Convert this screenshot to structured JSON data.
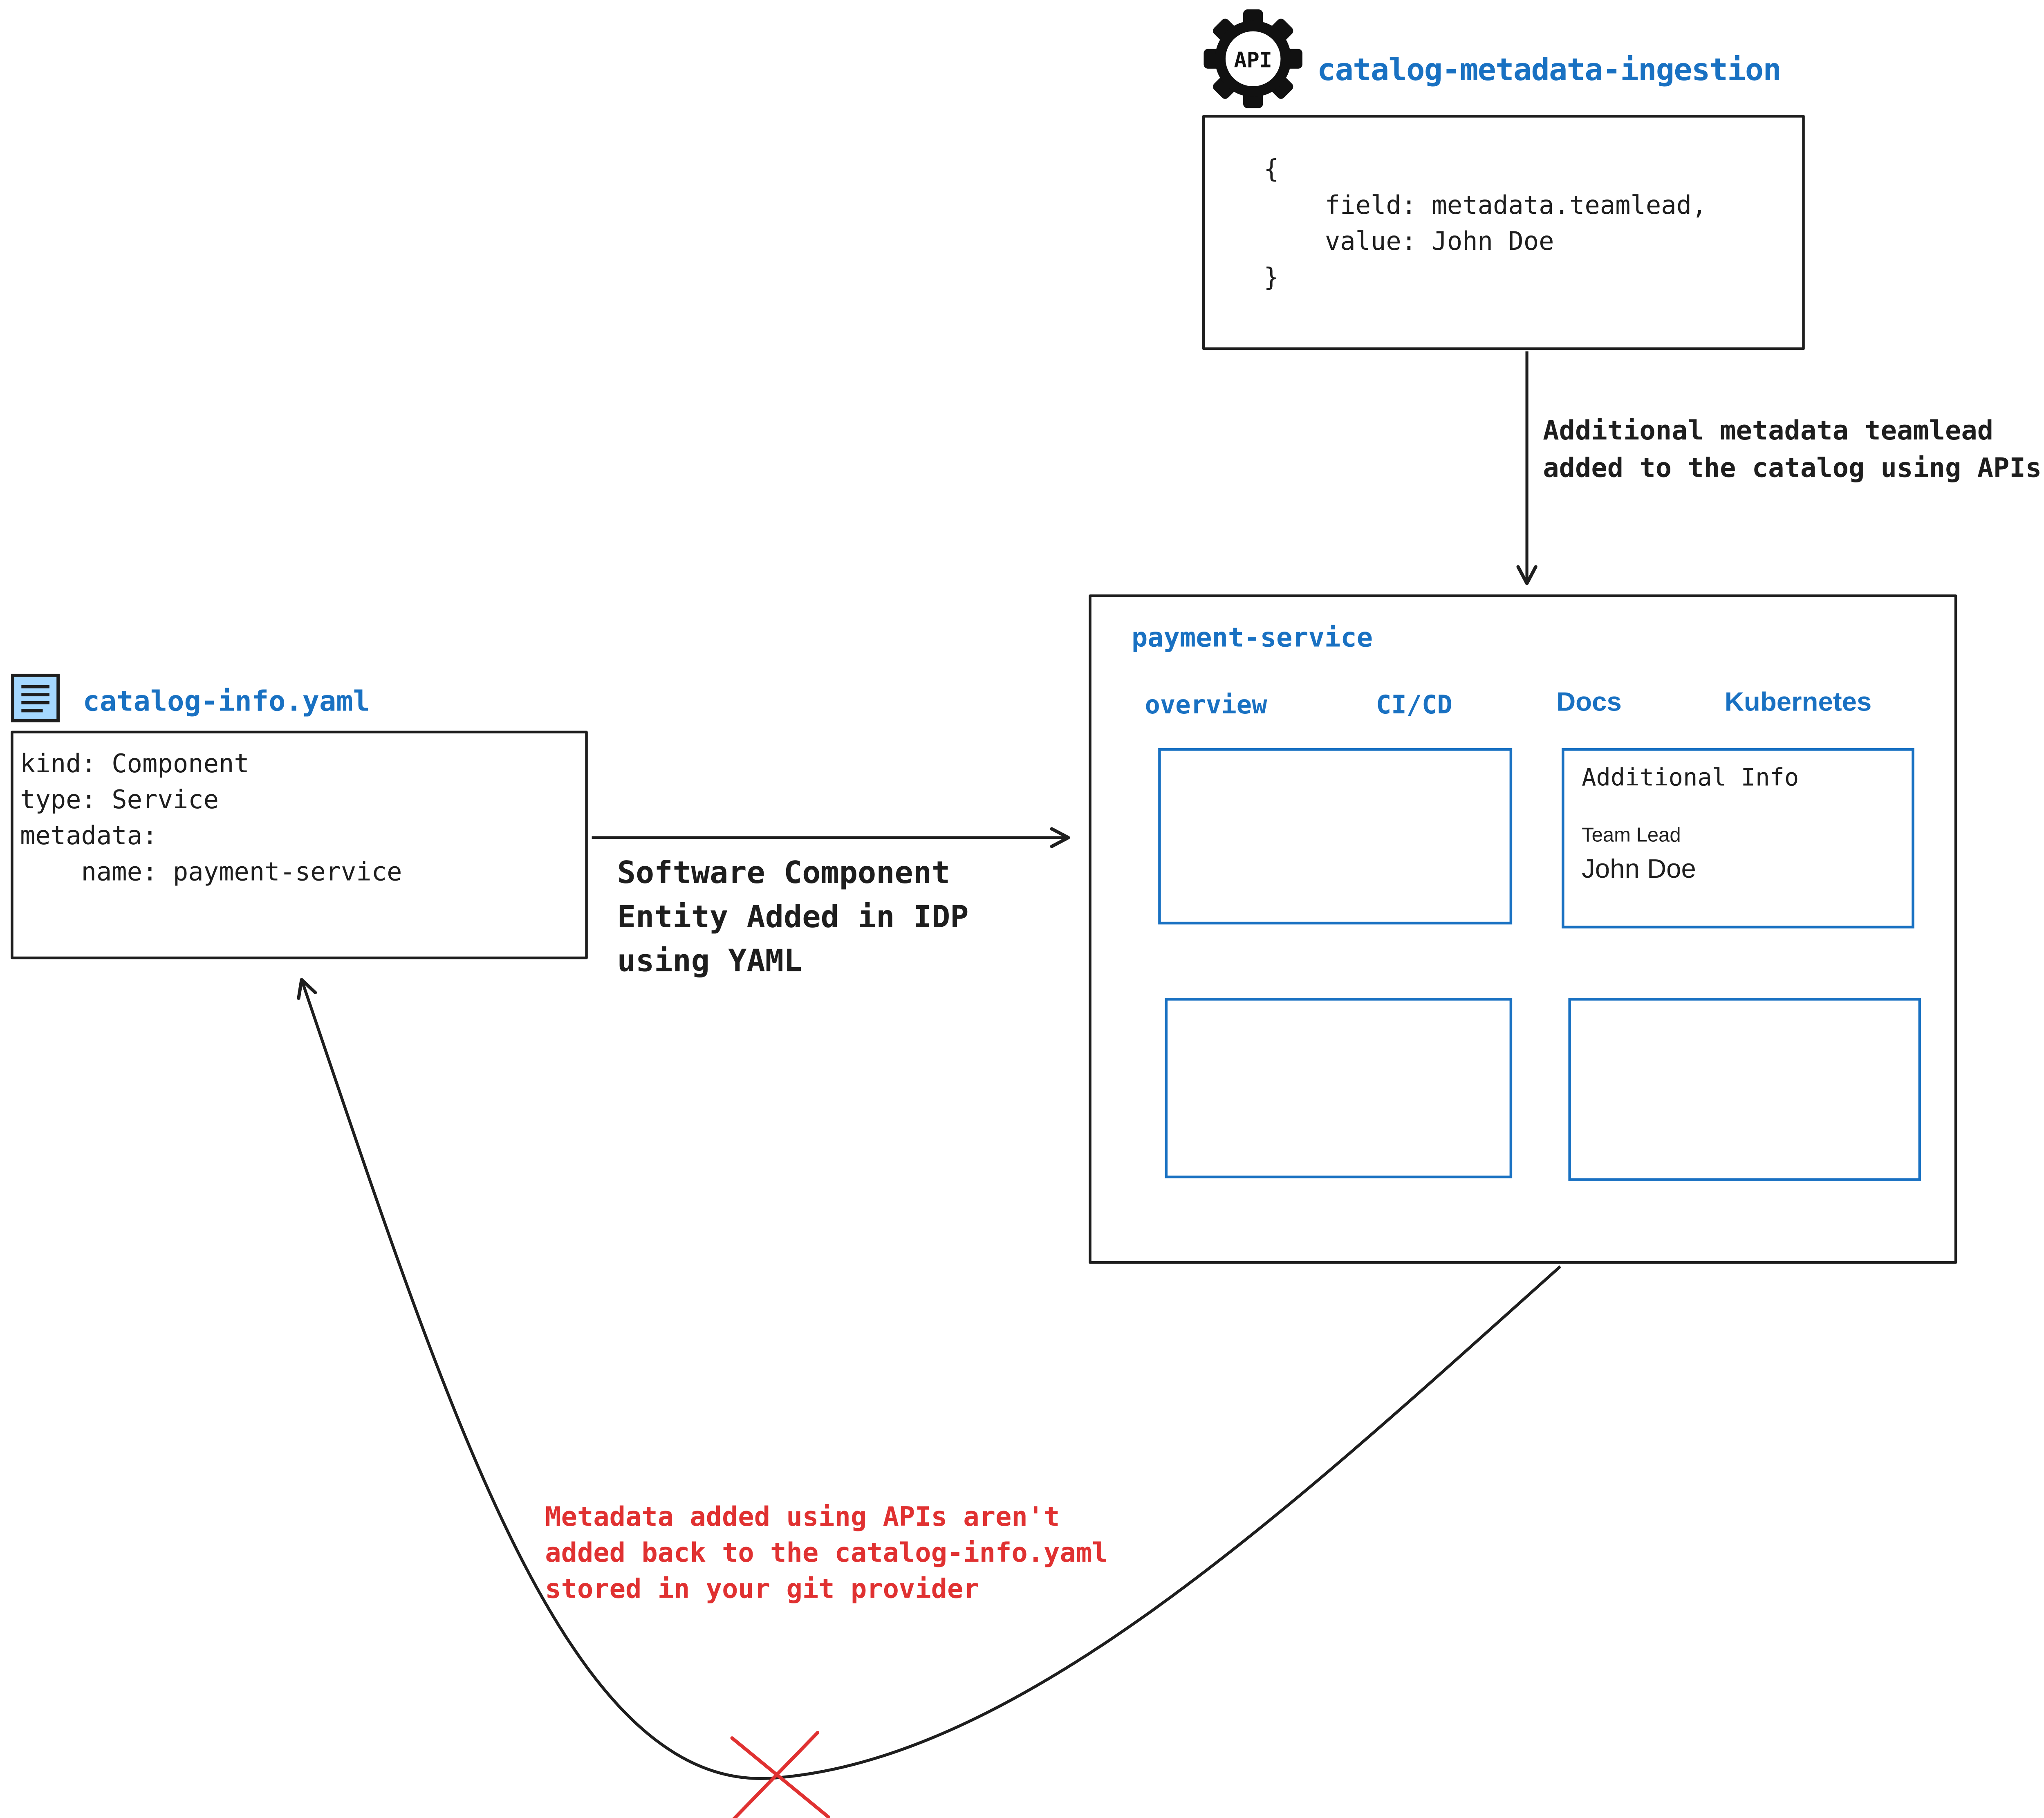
{
  "colors": {
    "accent_blue": "#1971c2",
    "ink": "#1e1e1e",
    "warn_red": "#e03131"
  },
  "ingestion": {
    "icon_label": "API",
    "title": "catalog-metadata-ingestion",
    "code": "{\n    field: metadata.teamlead,\n    value: John Doe\n}"
  },
  "labels": {
    "api_arrow": "Additional metadata teamlead\nadded to the catalog using APIs",
    "yaml_arrow": "Software Component\nEntity Added in IDP\nusing YAML",
    "no_writeback": "Metadata added using APIs aren't\nadded back to the catalog-info.yaml\nstored in your git provider"
  },
  "yaml_file": {
    "title": "catalog-info.yaml",
    "code": "kind: Component\ntype: Service\nmetadata:\n    name: payment-service"
  },
  "idp": {
    "title": "payment-service",
    "tabs": [
      "overview",
      "CI/CD",
      "Docs",
      "Kubernetes"
    ],
    "info_card": {
      "title": "Additional Info",
      "field_label": "Team Lead",
      "field_value": "John Doe"
    }
  }
}
